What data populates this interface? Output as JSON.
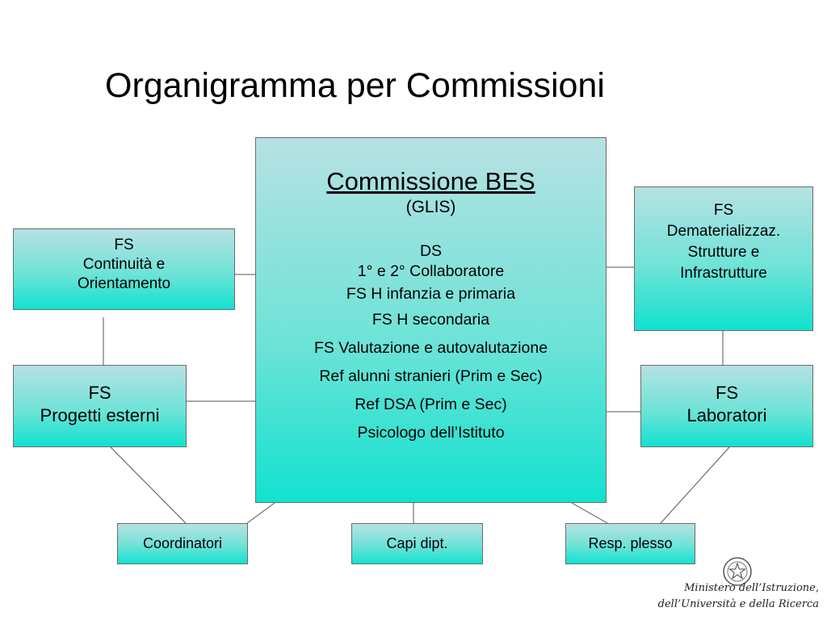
{
  "title": "Organigramma per Commissioni",
  "central": {
    "heading": "Commissione BES",
    "subheading": "(GLIS)",
    "members": [
      "DS",
      "1°  e 2°  Collaboratore",
      "FS H infanzia e primaria",
      "FS H secondaria",
      "FS Valutazione e autovalutazione",
      "Ref alunni stranieri (Prim e Sec)",
      "Ref DSA (Prim e Sec)",
      "Psicologo dell’Istituto"
    ]
  },
  "boxes": {
    "continuita": {
      "line1": "FS",
      "line2": "Continuità e",
      "line3": "Orientamento"
    },
    "progetti": {
      "line1": "FS",
      "line2": "Progetti esterni"
    },
    "dematerial": {
      "line1": "FS",
      "line2": "Dematerializzaz.",
      "line3": "Strutture e",
      "line4": "Infrastrutture"
    },
    "laboratori": {
      "line1": "FS",
      "line2": "Laboratori"
    },
    "coordinatori": "Coordinatori",
    "capi": "Capi dipt.",
    "resp": "Resp. plesso"
  },
  "colors": {
    "box_top": "#b7e1e3",
    "box_bottom": "#12e2d0",
    "border": "#6b6b6b",
    "connector": "#555555"
  },
  "logo": {
    "line1": "Ministero dell’Istruzione,",
    "line2": "dell’Università e della Ricerca"
  }
}
